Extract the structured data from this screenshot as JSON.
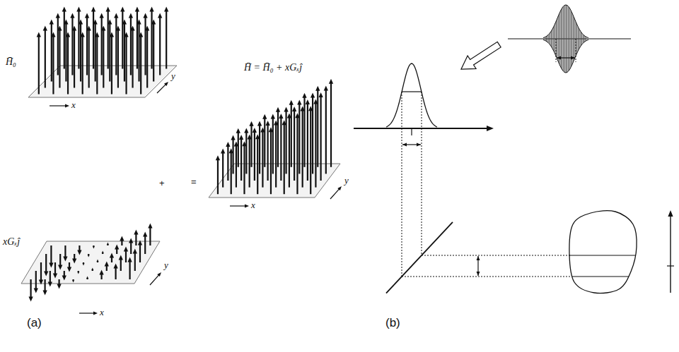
{
  "diagram": {
    "labels": [
      "H̄₀",
      "x",
      "y",
      "+",
      "xGₓĵ",
      "x",
      "y",
      "=",
      "H̄ = H̄₀ + xGₓĵ",
      "x",
      "y",
      "(a)",
      "(b)"
    ]
  }
}
